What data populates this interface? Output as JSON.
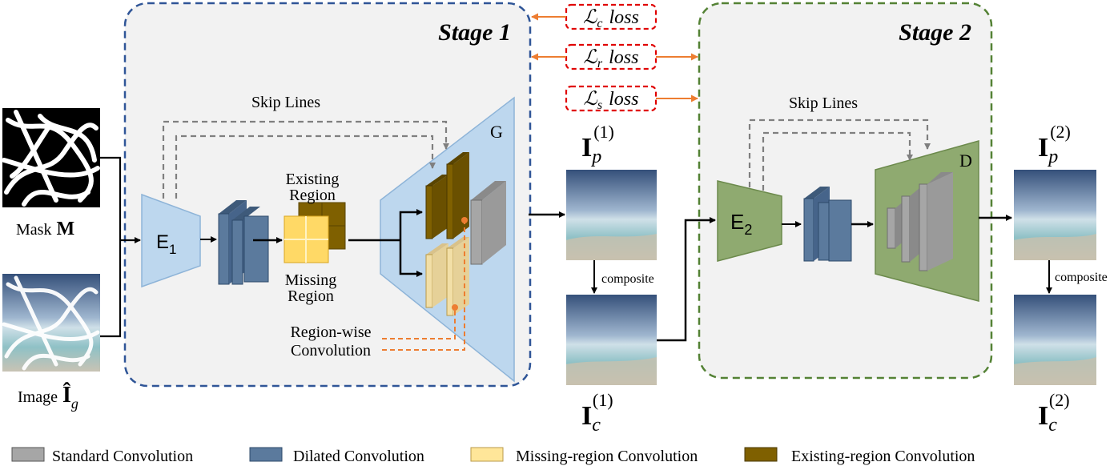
{
  "stage1": {
    "title": "Stage 1",
    "skip_label": "Skip Lines",
    "encoder": "E",
    "encoder_sub": "1",
    "generator": "G"
  },
  "stage2": {
    "title": "Stage 2",
    "skip_label": "Skip Lines",
    "encoder": "E",
    "encoder_sub": "2",
    "decoder": "D"
  },
  "regions": {
    "existing_line1": "Existing",
    "existing_line2": "Region",
    "missing_line1": "Missing",
    "missing_line2": "Region",
    "rwc_line1": "Region-wise",
    "rwc_line2": "Convolution"
  },
  "losses": [
    {
      "symbol": "ℒ",
      "sub": "c",
      "word": "loss"
    },
    {
      "symbol": "ℒ",
      "sub": "r",
      "word": "loss"
    },
    {
      "symbol": "ℒ",
      "sub": "s",
      "word": "loss"
    }
  ],
  "inputs": {
    "mask_label": "Mask",
    "mask_symbol": "M",
    "image_label": "Image",
    "image_symbol": "Î",
    "image_sub": "g"
  },
  "outputs": {
    "sym": "I",
    "p1_sub": "p",
    "p1_sup": "(1)",
    "c1_sub": "c",
    "c1_sup": "(1)",
    "p2_sub": "p",
    "p2_sup": "(2)",
    "c2_sub": "c",
    "c2_sup": "(2)",
    "composite1": "composite",
    "composite2": "composite"
  },
  "legend": [
    {
      "label": "Standard Convolution",
      "color": "#a6a6a6"
    },
    {
      "label": "Dilated Convolution",
      "color": "#5b7a9d"
    },
    {
      "label": "Missing-region Convolution",
      "color": "#ffe699"
    },
    {
      "label": "Existing-region Convolution",
      "color": "#7f6000"
    }
  ],
  "colors": {
    "stage1_border": "#2f5597",
    "stage2_border": "#548235",
    "stage_fill": "#f2f2f2",
    "blue_shape": "#bdd7ee",
    "green_shape": "#8faa70",
    "loss_border": "#e00000",
    "orange": "#ed7d31"
  }
}
